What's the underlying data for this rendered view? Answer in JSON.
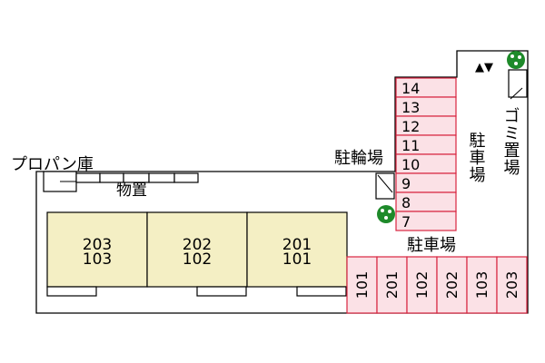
{
  "labels": {
    "propane": "プロパン庫",
    "storage": "物置",
    "bicycle_parking": "駐輪場",
    "parking_right": "駐車場",
    "parking_bottom": "駐車場",
    "garbage": "ゴミ置場",
    "north_marks": "▲▼"
  },
  "units": [
    {
      "upper": "203",
      "lower": "103"
    },
    {
      "upper": "202",
      "lower": "102"
    },
    {
      "upper": "201",
      "lower": "101"
    }
  ],
  "parking_column": [
    "14",
    "13",
    "12",
    "11",
    "10",
    "9",
    "8",
    "7"
  ],
  "parking_row": [
    "101",
    "201",
    "102",
    "202",
    "103",
    "203"
  ],
  "colors": {
    "unit_fill": "#f4efc4",
    "slot_fill": "#fbe1e6",
    "slot_stroke": "#d8243f",
    "tree": "#1e8a2a"
  },
  "icons": [
    "tree-icon",
    "tree-icon"
  ]
}
